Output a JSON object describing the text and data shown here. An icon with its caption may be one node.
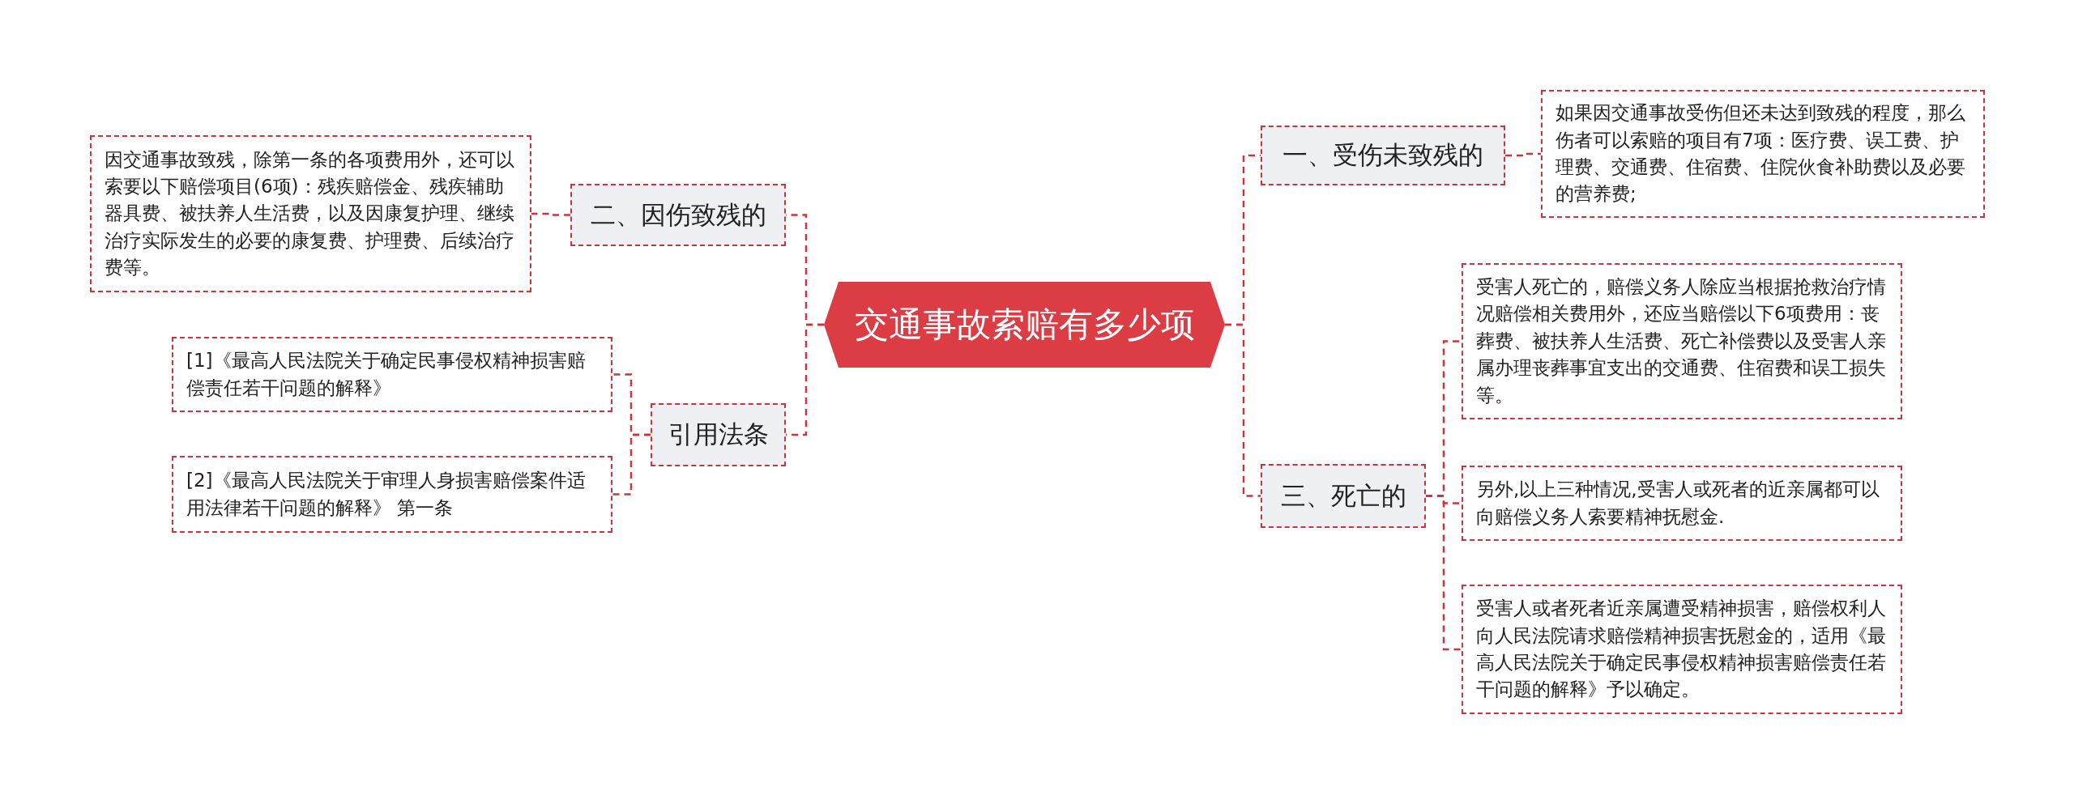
{
  "diagram": {
    "nodes": [
      {
        "text": [
          "交通事故索赔有多少项"
        ]
      },
      {
        "text": [
          "一、受伤未致残的"
        ]
      },
      {
        "text": [
          "如果因交通事故受伤但还未达到致残的程度，那么伤者可以索赔的项目有7项：医疗费、误工费、护理费、交通费、住宿费、住院伙食补助费以及必要的营养费;"
        ]
      },
      {
        "text": [
          "二、因伤致残的"
        ]
      },
      {
        "text": [
          "因交通事故致残，除第一条的各项费用外，还可以索要以下赔偿项目(6项)：残疾赔偿金、残疾辅助器具费、被扶养人生活费，以及因康复护理、继续治疗实际发生的必要的康复费、护理费、后续治疗费等。"
        ]
      },
      {
        "text": [
          "三、死亡的"
        ]
      },
      {
        "text": [
          "受害人死亡的，赔偿义务人除应当根据抢救治疗情况赔偿相关费用外，还应当赔偿以下6项费用：丧葬费、被扶养人生活费、死亡补偿费以及受害人亲属办理丧葬事宜支出的交通费、住宿费和误工损失等。"
        ]
      },
      {
        "text": [
          "另外,以上三种情况,受害人或死者的近亲属都可以向赔偿义务人索要精神抚慰金."
        ]
      },
      {
        "text": [
          "受害人或者死者近亲属遭受精神损害，赔偿权利人向人民法院请求赔偿精神损害抚慰金的，适用《最高人民法院关于确定民事侵权精神损害赔偿责任若干问题的解释》予以确定。"
        ]
      },
      {
        "text": [
          "引用法条"
        ]
      },
      {
        "text": [
          "[1]《最高人民法院关于确定民事侵权精神损害赔偿责任若干问题的解释》"
        ]
      },
      {
        "text": [
          "[2]《最高人民法院关于审理人身损害赔偿案件适用法律若干问题的解释》 第一条"
        ]
      }
    ],
    "edges": [
      {
        "from": 0,
        "to": 1,
        "arrow": "none"
      },
      {
        "from": 1,
        "to": 2,
        "arrow": "none",
        "style": "dashed"
      },
      {
        "from": 0,
        "to": 3,
        "arrow": "none"
      },
      {
        "from": 3,
        "to": 4,
        "arrow": "none",
        "style": "dashed"
      },
      {
        "from": 0,
        "to": 5,
        "arrow": "none"
      },
      {
        "from": 5,
        "to": 6,
        "arrow": "none",
        "style": "dashed"
      },
      {
        "from": 5,
        "to": 7,
        "arrow": "none",
        "style": "dashed"
      },
      {
        "from": 5,
        "to": 8,
        "arrow": "none",
        "style": "dashed"
      },
      {
        "from": 0,
        "to": 9,
        "arrow": "none"
      },
      {
        "from": 9,
        "to": 10,
        "arrow": "none",
        "style": "dashed"
      },
      {
        "from": 9,
        "to": 11,
        "arrow": "none",
        "style": "dashed"
      }
    ]
  }
}
